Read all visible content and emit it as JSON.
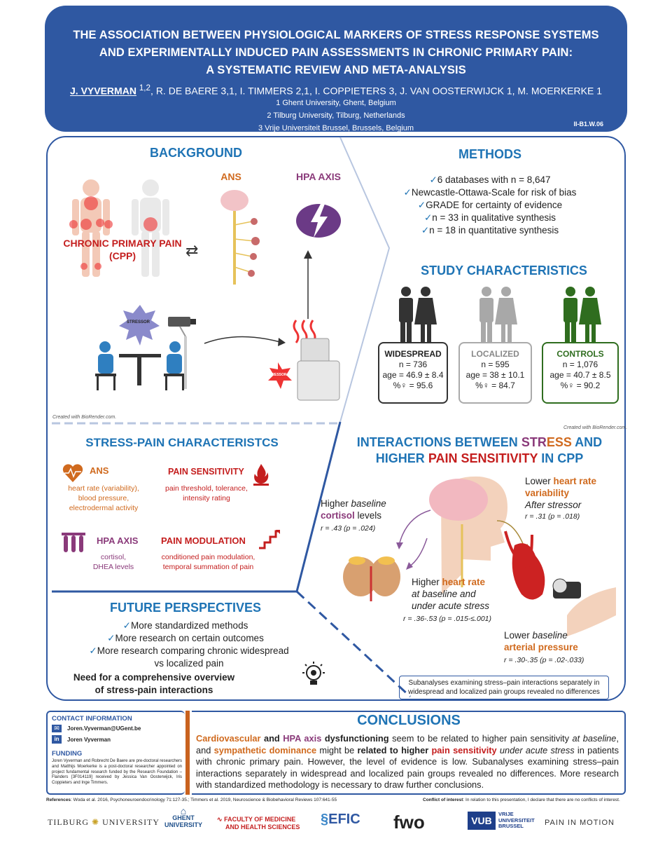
{
  "header": {
    "title_lines": [
      "THE ASSOCIATION BETWEEN PHYSIOLOGICAL MARKERS OF STRESS RESPONSE SYSTEMS",
      "AND EXPERIMENTALLY INDUCED PAIN ASSESSMENTS IN CHRONIC PRIMARY PAIN:",
      "A SYSTEMATIC REVIEW AND META-ANALYSIS"
    ],
    "first_author": "J. VYVERMAN",
    "first_author_sup": "1,2",
    "other_authors": ", R. DE BAERE 3,1, I. TIMMERS 2,1, I. COPPIETERS 3, J. VAN OOSTERWIJCK 1, M. MOERKERKE 1",
    "affiliations": [
      "1 Ghent University, Ghent, Belgium",
      "2 Tilburg University, Tilburg, Netherlands",
      "3 Vrije Universiteit Brussel, Brussels, Belgium"
    ],
    "code": "II-B1.W.06"
  },
  "background": {
    "title": "BACKGROUND",
    "ans": "ANS",
    "hpa": "HPA AXIS",
    "cpp_line1": "CHRONIC PRIMARY PAIN",
    "cpp_line2": "(CPP)",
    "stressor1": "STRESSOR",
    "stressor2": "STRESSOR",
    "credit": "Created with BioRender.com."
  },
  "methods": {
    "title": "METHODS",
    "items": [
      "6 databases with n = 8,647",
      "Newcastle-Ottawa-Scale for risk of bias",
      "GRADE for certainty of evidence",
      "n = 33 in qualitative synthesis",
      "n = 18 in quantitative synthesis"
    ]
  },
  "study": {
    "title": "STUDY CHARACTERISTICS",
    "groups": [
      {
        "name": "WIDESPREAD",
        "n": "n = 736",
        "age": "age = 46.9 ± 8.4",
        "pct": "%♀ = 95.6",
        "color": "#333333"
      },
      {
        "name": "LOCALIZED",
        "n": "n = 595",
        "age": "age = 38 ± 10.1",
        "pct": "%♀ = 84.7",
        "color": "#999999"
      },
      {
        "name": "CONTROLS",
        "n": "n = 1,076",
        "age": "age = 40.7 ± 8.5",
        "pct": "%♀ = 90.2",
        "color": "#2f6d1f"
      }
    ],
    "credit": "Created with BioRender.com."
  },
  "stress_pain": {
    "title": "STRESS-PAIN CHARACTERISTCS",
    "ans_title": "ANS",
    "ans_text": [
      "heart rate (variability),",
      "blood pressure,",
      "electrodermal activity"
    ],
    "ps_title": "PAIN SENSITIVITY",
    "ps_text": [
      "pain threshold, tolerance,",
      "intensity rating"
    ],
    "hpa_title": "HPA AXIS",
    "hpa_text": [
      "cortisol,",
      "DHEA levels"
    ],
    "pm_title": "PAIN MODULATION",
    "pm_text": [
      "conditioned pain modulation,",
      "temporal summation of pain"
    ]
  },
  "interactions": {
    "title_a": "INTERACTIONS BETWEEN ",
    "title_b": "STR",
    "title_c": "ESS",
    "title_d": " AND",
    "title2_a": "HIGHER ",
    "title2_b": "PAIN SENSITIVITY",
    "title2_c": " IN CPP",
    "cortisol": {
      "l1": "Higher ",
      "l1i": "baseline",
      "l2": "cortisol",
      "l2b": " levels",
      "stat": "r = .43 (p = .024)"
    },
    "hrv": {
      "l1": "Lower ",
      "l1b": "heart rate",
      "l2": "variability",
      "l3": "After stressor",
      "stat": "r = .31 (p = .018)"
    },
    "hr": {
      "l1": "Higher ",
      "l1b": "heart rate",
      "l2": "at baseline and",
      "l3": "under acute stress",
      "stat": "r = .36-.53 (p = .015-≤.001)"
    },
    "ap": {
      "l1": "Lower ",
      "l1i": "baseline",
      "l2": "arterial pressure",
      "stat": "r = .30-.35 (p = .02-.033)"
    },
    "note": "Subanalyses examining stress–pain interactions separately in widespread and localized pain groups revealed no differences"
  },
  "future": {
    "title": "FUTURE PERSPECTIVES",
    "items": [
      "More standardized methods",
      "More research on certain outcomes",
      "More research comparing chronic widespread vs localized pain"
    ],
    "need": [
      "Need for a comprehensive overview",
      "of stress-pain interactions"
    ]
  },
  "contact": {
    "title": "CONTACT INFORMATION",
    "email": "Joren.Vyverman@UGent.be",
    "linkedin": "Joren Vyverman",
    "funding_title": "FUNDING",
    "funding_text": "Joren Vyverman and Robrecht De Baere are pre-doctoral researchers and Matthijs Moerkerke is a post-doctoral researcher appointed on project fundamental research funded by the Research Foundation – Flanders [3F014119] received by Jessica Van Oosterwijck, Iris Coppieters and Inge Timmers."
  },
  "conclusions": {
    "title": "CONCLUSIONS",
    "p1": "Cardiovascular",
    "p2": " and ",
    "p3": "HPA axis",
    "p4": " dysfunctioning",
    "p5": " seem to be related to higher pain sensitivity ",
    "p6": "at baseline",
    "p7": ", and ",
    "p8": "sympathetic dominance",
    "p9": " might be ",
    "p10": "related to higher ",
    "p11": "pain sensitivity",
    "p12": " under acute stress",
    "p13": " in patients with chronic primary pain. However, the level of evidence is low. Subanalyses examining stress–pain interactions separately in widespread and localized pain groups revealed no differences. More research with standardized methodology is necessary to draw further conclusions."
  },
  "references": {
    "label": "References",
    "text": ": Woda et al. 2016, Psychoneuroendocrinology 71:127-35.; Timmers et al. 2019, Neuroscience & Biobehavioral Reviews 107:641-55"
  },
  "conflict": {
    "label": "Conflict of interest",
    "text": ": In relation to this presentation, I declare that there are no conflicts of interest."
  },
  "logos": {
    "tilburg_a": "TILBURG",
    "tilburg_b": "UNIVERSITY",
    "ghent_a": "GHENT",
    "ghent_b": "UNIVERSITY",
    "fmhs_a": "FACULTY OF MEDICINE",
    "fmhs_b": "AND HEALTH SCIENCES",
    "efic": "EFIC",
    "fwo": "fwo",
    "vub": "VUB",
    "vub_a": "VRIJE",
    "vub_b": "UNIVERSITEIT",
    "vub_c": "BRUSSEL",
    "pim": "PAIN IN MOTION"
  },
  "colors": {
    "primary": "#2f58a2",
    "accent_blue": "#1f74b5",
    "orange": "#d06a1e",
    "purple": "#8a3a7a",
    "red": "#c41e1e"
  }
}
